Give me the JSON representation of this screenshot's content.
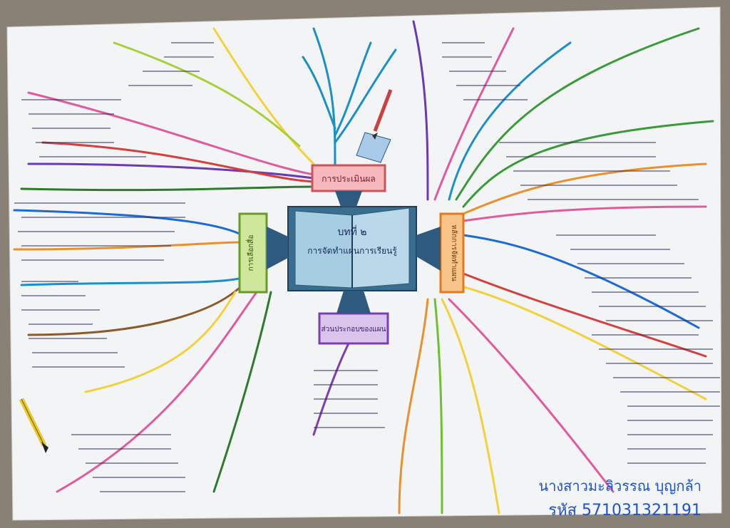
{
  "image": {
    "description_free": true,
    "colors": {
      "background": "#8a8176",
      "paper": "#f3f4f5",
      "caption": "#1f53c9",
      "book_cover": "#3b6e8e",
      "center_box_1": "#c9555a",
      "center_box_2": "#9a79bf",
      "center_box_3": "#e7983e",
      "center_box_4": "#93be46"
    }
  },
  "center": {
    "line1": "บทที่ ๒",
    "line2": "การจัดทำแผนการเรียนรู้"
  },
  "topics": {
    "top": "การประเมินผล",
    "bottom": "ส่วนประกอบของแผน",
    "right": "หลักการจัดทำแผน",
    "left": "การเลือกสื่อ"
  },
  "caption": {
    "name": "นางสาวมะลิวรรณ บุญกล้า",
    "student_id": "รหัส 571031321191"
  }
}
